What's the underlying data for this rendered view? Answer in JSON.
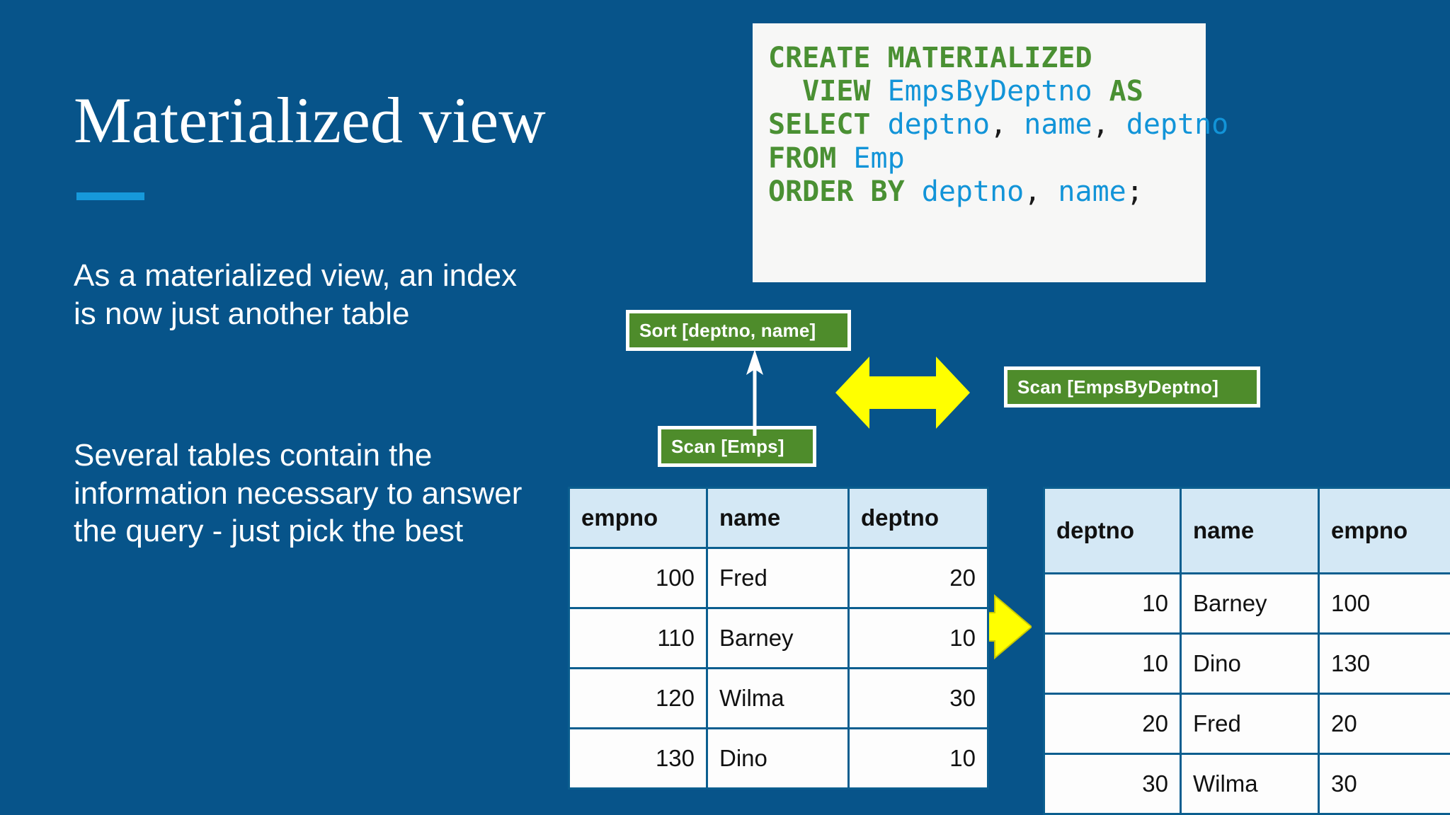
{
  "slide": {
    "background_color": "#07548A",
    "accent_color": "#1699DB",
    "title": "Materialized view",
    "paragraphs": [
      "As a materialized view, an index is now just another table",
      "Several tables contain the information necessary to answer the query - just pick the best"
    ]
  },
  "code_block": {
    "background_color": "#F7F7F6",
    "keyword_color": "#4A9033",
    "identifier_color": "#1294D8",
    "lines": [
      {
        "tokens": [
          {
            "t": "CREATE MATERIALIZED",
            "k": "kw"
          }
        ]
      },
      {
        "tokens": [
          {
            "t": "  VIEW ",
            "k": "kw"
          },
          {
            "t": "EmpsByDeptno ",
            "k": "id"
          },
          {
            "t": "AS",
            "k": "kw"
          }
        ]
      },
      {
        "tokens": [
          {
            "t": "SELECT ",
            "k": "kw"
          },
          {
            "t": "deptno",
            "k": "id"
          },
          {
            "t": ", ",
            "k": "punc"
          },
          {
            "t": "name",
            "k": "id"
          },
          {
            "t": ", ",
            "k": "punc"
          },
          {
            "t": "deptno",
            "k": "id"
          }
        ]
      },
      {
        "tokens": [
          {
            "t": "FROM ",
            "k": "kw"
          },
          {
            "t": "Emp",
            "k": "id"
          }
        ]
      },
      {
        "tokens": [
          {
            "t": "ORDER BY ",
            "k": "kw"
          },
          {
            "t": "deptno",
            "k": "id"
          },
          {
            "t": ", ",
            "k": "punc"
          },
          {
            "t": "name",
            "k": "id"
          },
          {
            "t": ";",
            "k": "punc"
          }
        ]
      }
    ],
    "plain_text": "CREATE MATERIALIZED\n  VIEW EmpsByDeptno AS\nSELECT deptno, name, deptno\nFROM Emp\nORDER BY deptno, name;"
  },
  "plan": {
    "box_fill_color": "#4E8C2B",
    "arrow_color": "#FFFF00",
    "sort_box": "Sort [deptno, name]",
    "scan_emps_box": "Scan [Emps]",
    "scan_mv_box": "Scan [EmpsByDeptno]"
  },
  "tables": {
    "emp": {
      "name": "Emps",
      "columns": [
        "empno",
        "name",
        "deptno"
      ],
      "rows": [
        [
          "100",
          "Fred",
          "20"
        ],
        [
          "110",
          "Barney",
          "10"
        ],
        [
          "120",
          "Wilma",
          "30"
        ],
        [
          "130",
          "Dino",
          "10"
        ]
      ]
    },
    "mv": {
      "name": "EmpsByDeptno",
      "columns": [
        "deptno",
        "name",
        "empno"
      ],
      "rows": [
        [
          "10",
          "Barney",
          "100"
        ],
        [
          "10",
          "Dino",
          "130"
        ],
        [
          "20",
          "Fred",
          "20"
        ],
        [
          "30",
          "Wilma",
          "30"
        ]
      ]
    }
  }
}
